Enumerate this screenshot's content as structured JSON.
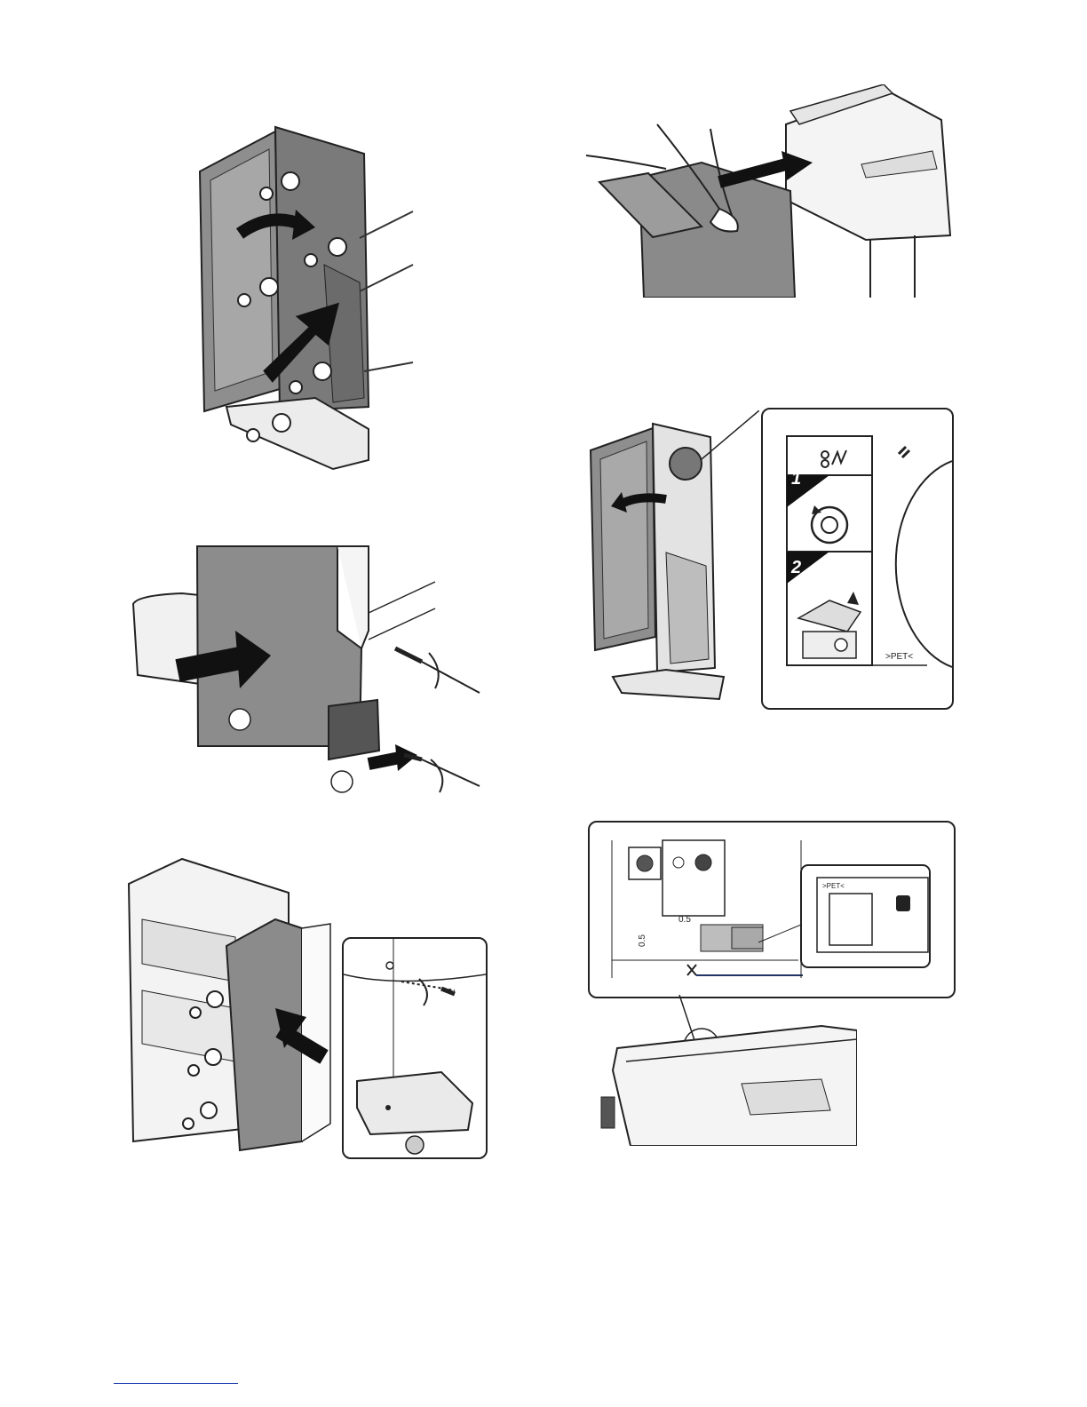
{
  "label_panel": {
    "step1": "1",
    "step2": "2",
    "pet_mark": ">PET<"
  },
  "scale_panel": {
    "pet_mark": ">PET<",
    "scale_05_top": "0.5",
    "scale_05_side": "0.5"
  }
}
